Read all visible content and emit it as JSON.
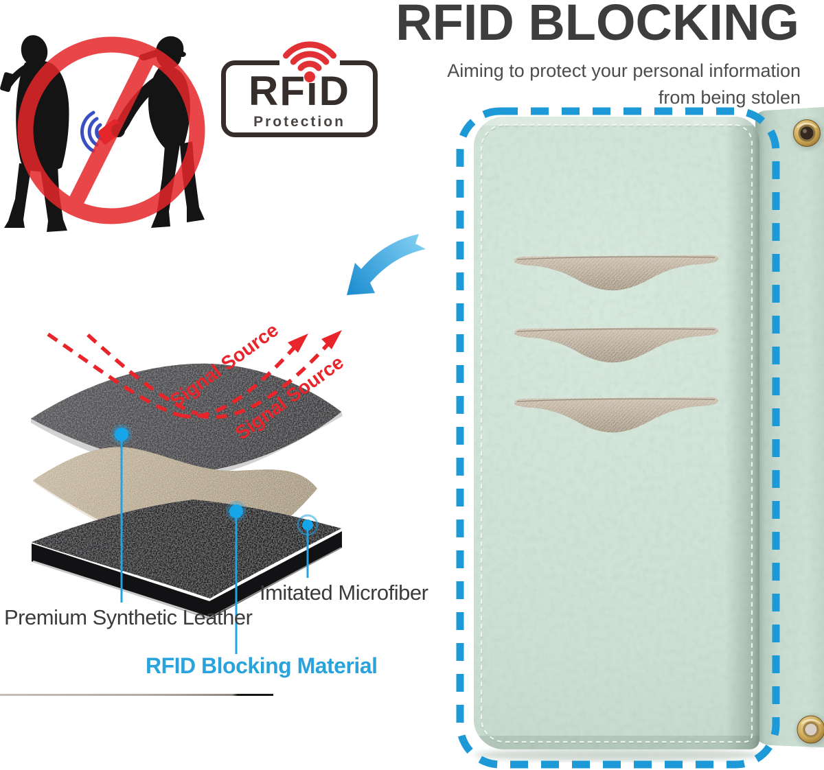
{
  "header": {
    "title": "RFID BLOCKING",
    "subtitle_line1": "Aiming to protect your personal information",
    "subtitle_line2": "from being stolen"
  },
  "badge": {
    "brand": "RFiD",
    "caption": "Protection"
  },
  "diagram": {
    "signal_label_1": "Signal Source",
    "signal_label_2": "Signal Source",
    "premium_label": "Premium Synthetic Leather",
    "rfid_label": "RFID Blocking Material",
    "microfiber_label": "Imitated Microfiber"
  },
  "product": {
    "card_slot_count": 3,
    "eyelet_count": 2
  },
  "colors": {
    "accent_dash_blue": "#1c99d6",
    "callout_blue": "#22a3e2",
    "label_blue": "#2aa3dd",
    "alert_red": "#e8252a",
    "title_gray": "#3d3d3d",
    "mint_panel": "#cfe2d6",
    "spine_mint": "#c6d9cd",
    "slot_fabric": "#b0a18c",
    "badge_ink": "#362e2b",
    "gold_eyelet": "#caa552"
  }
}
